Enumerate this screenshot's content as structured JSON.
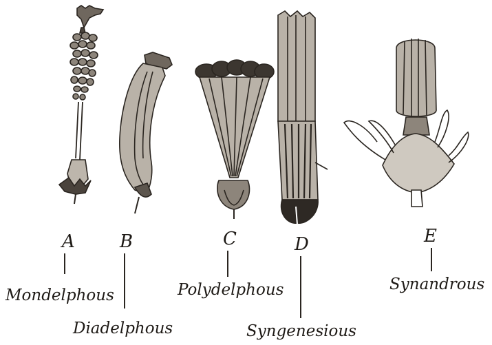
{
  "figure": {
    "items": [
      {
        "letter": "A",
        "name": "Mondelphous"
      },
      {
        "letter": "B",
        "name": "Diadelphous"
      },
      {
        "letter": "C",
        "name": "Polydelphous"
      },
      {
        "letter": "D",
        "name": "Syngenesious"
      },
      {
        "letter": "E",
        "name": "Synandrous"
      }
    ]
  },
  "colors": {
    "ink": "#2a2520",
    "paper": "#ffffff",
    "shade": "#b9b2a8",
    "dark": "#3c3630"
  }
}
